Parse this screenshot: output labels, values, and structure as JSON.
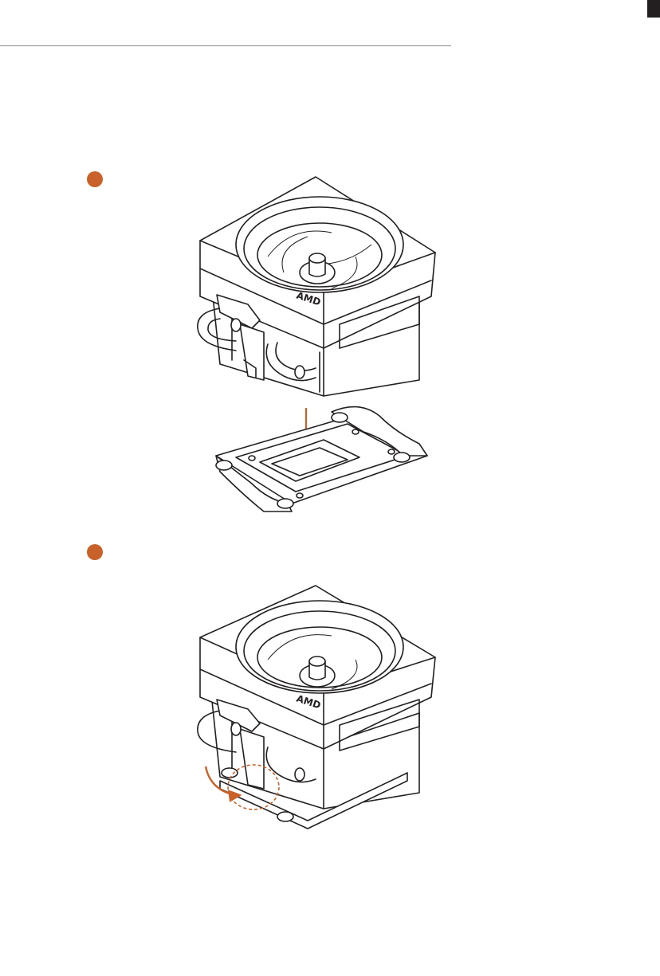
{
  "page": {
    "accent_color": "#c8622a",
    "line_color": "#231f20"
  },
  "steps": [
    {
      "marker": "orange-dot",
      "illustration": "cooler-lowered-onto-socket-bracket"
    },
    {
      "marker": "orange-dot",
      "illustration": "cooler-clip-rotated-onto-bracket"
    }
  ],
  "cooler": {
    "logo_text": "AMD"
  }
}
